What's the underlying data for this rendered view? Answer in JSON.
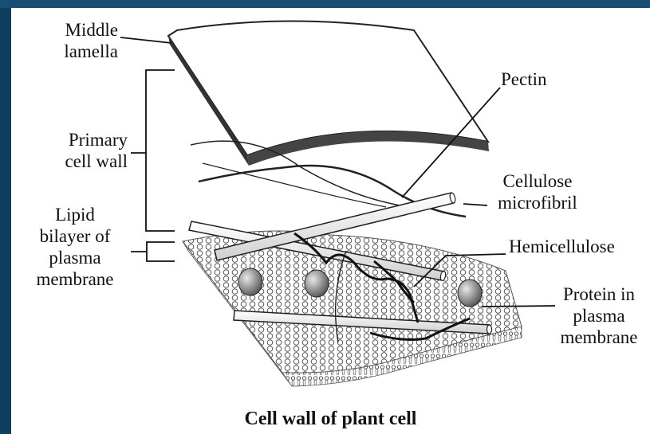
{
  "labels": {
    "middle_lamella": [
      "Middle",
      "lamella"
    ],
    "primary_cell_wall": [
      "Primary",
      "cell wall"
    ],
    "lipid_bilayer": [
      "Lipid",
      "bilayer of",
      "plasma",
      "membrane"
    ],
    "pectin": "Pectin",
    "cellulose_microfibril": [
      "Cellulose",
      "microfibril"
    ],
    "hemicellulose": "Hemicellulose",
    "protein": [
      "Protein in",
      "plasma",
      "membrane"
    ]
  },
  "caption": "Cell wall of plant cell"
}
